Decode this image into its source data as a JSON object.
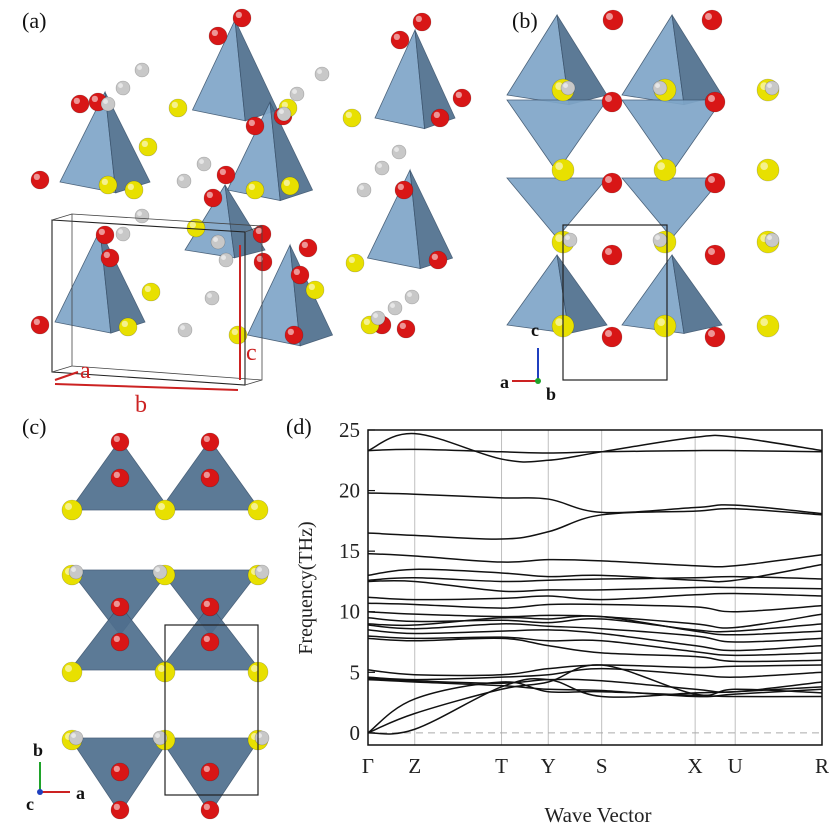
{
  "panels": {
    "a": {
      "label": "(a)",
      "axes": {
        "a": "a",
        "b": "b",
        "c": "c"
      }
    },
    "b": {
      "label": "(b)",
      "axes": {
        "c": "c",
        "a": "a",
        "b": "b"
      }
    },
    "c": {
      "label": "(c)",
      "axes": {
        "b": "b",
        "c": "c",
        "a": "a"
      }
    },
    "d": {
      "label": "(d)"
    }
  },
  "colors": {
    "oxygen": "#d81616",
    "sulfur": "#e8e000",
    "hydrogen": "#c8c8c8",
    "tetra_light": "#7fa6c8",
    "tetra_dark": "#4f6f8e",
    "axis_red": "#cc2222",
    "axis_blue": "#1f3fbf",
    "axis_green": "#1fa32a"
  },
  "chart_data": {
    "type": "line",
    "title": "",
    "xlabel": "Wave Vector",
    "ylabel": "Frequency(THz)",
    "ylim": [
      -1,
      25
    ],
    "yticks": [
      0,
      5,
      10,
      15,
      20,
      25
    ],
    "x_points": [
      "Γ",
      "Z",
      "T",
      "Y",
      "S",
      "X",
      "U",
      "R"
    ],
    "x_point_positions": [
      0,
      0.7,
      2.0,
      2.7,
      3.5,
      4.9,
      5.5,
      6.8
    ],
    "grid": "vertical lines at high-symmetry points; dashed line at 0",
    "series": [
      {
        "values": [
          23.3,
          23.4,
          23.2,
          23.1,
          23.2,
          23.3,
          23.3,
          23.2
        ]
      },
      {
        "values": [
          23.3,
          24.7,
          22.6,
          22.5,
          23.2,
          24.4,
          24.4,
          23.3
        ]
      },
      {
        "values": [
          19.8,
          19.7,
          19.4,
          19.3,
          18.2,
          18.6,
          18.8,
          18.1
        ]
      },
      {
        "values": [
          16.5,
          16.3,
          16.0,
          16.6,
          18.0,
          18.3,
          18.5,
          18.0
        ]
      },
      {
        "values": [
          14.8,
          14.6,
          14.1,
          14.3,
          14.2,
          13.8,
          13.8,
          14.7
        ]
      },
      {
        "values": [
          13.0,
          13.5,
          13.2,
          12.9,
          13.0,
          12.6,
          12.6,
          13.9
        ]
      },
      {
        "values": [
          12.6,
          12.8,
          12.5,
          12.6,
          12.7,
          12.8,
          12.9,
          12.7
        ]
      },
      {
        "values": [
          12.5,
          12.5,
          11.7,
          11.8,
          11.8,
          12.0,
          12.0,
          11.9
        ]
      },
      {
        "values": [
          11.2,
          11.0,
          11.1,
          11.3,
          11.0,
          11.4,
          11.5,
          11.3
        ]
      },
      {
        "values": [
          10.7,
          10.6,
          10.3,
          10.6,
          10.6,
          10.4,
          10.0,
          10.5
        ]
      },
      {
        "values": [
          10.0,
          9.8,
          9.6,
          9.7,
          9.6,
          9.0,
          8.7,
          9.8
        ]
      },
      {
        "values": [
          9.5,
          9.2,
          9.3,
          9.1,
          9.4,
          8.5,
          8.4,
          9.0
        ]
      },
      {
        "values": [
          9.0,
          8.9,
          9.5,
          9.4,
          9.6,
          8.4,
          8.1,
          8.4
        ]
      },
      {
        "values": [
          8.9,
          8.6,
          9.0,
          8.8,
          8.6,
          8.0,
          7.5,
          7.8
        ]
      },
      {
        "values": [
          8.5,
          8.2,
          8.4,
          8.5,
          8.2,
          7.2,
          6.8,
          7.2
        ]
      },
      {
        "values": [
          8.0,
          7.8,
          7.9,
          7.6,
          7.6,
          6.7,
          6.4,
          6.6
        ]
      },
      {
        "values": [
          7.8,
          7.6,
          7.8,
          7.2,
          6.6,
          6.3,
          5.9,
          6.0
        ]
      },
      {
        "values": [
          5.2,
          4.8,
          4.8,
          5.3,
          5.6,
          5.4,
          5.5,
          5.6
        ]
      },
      {
        "values": [
          4.6,
          4.4,
          4.6,
          4.8,
          5.3,
          4.8,
          4.6,
          5.0
        ]
      },
      {
        "values": [
          4.5,
          4.3,
          4.1,
          4.4,
          4.3,
          3.6,
          3.4,
          4.2
        ]
      },
      {
        "values": [
          4.4,
          4.2,
          3.9,
          3.6,
          3.5,
          3.0,
          3.2,
          3.6
        ]
      },
      {
        "values": [
          0.0,
          0.3,
          3.8,
          4.4,
          3.0,
          3.3,
          3.4,
          3.8
        ]
      },
      {
        "values": [
          0.0,
          1.6,
          3.6,
          4.2,
          5.6,
          3.2,
          3.6,
          3.3
        ]
      },
      {
        "values": [
          0.0,
          2.8,
          4.2,
          3.4,
          3.4,
          3.1,
          3.0,
          3.0
        ]
      }
    ]
  }
}
